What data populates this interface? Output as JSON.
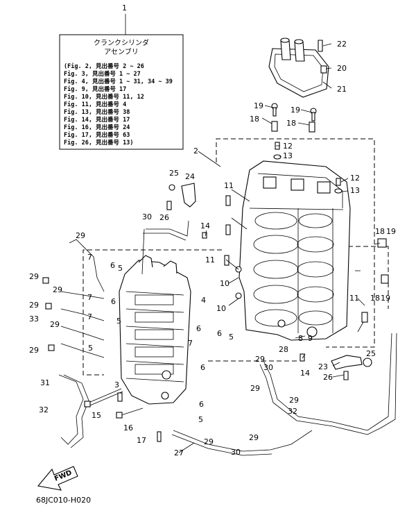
{
  "legend": {
    "title_line1": "クランクシリンダ",
    "title_line2": "アセンブリ",
    "lines": [
      "(Fig. 2, 見出番号 2 ~ 26",
      "Fig. 3, 見出番号 1 ~ 27",
      "Fig. 4, 見出番号 1 ~ 31, 34 ~ 39",
      "Fig. 9,  見出番号 17",
      "Fig. 10, 見出番号 11, 12",
      "Fig. 11, 見出番号 4",
      "Fig. 13, 見出番号 38",
      "Fig. 14, 見出番号 17",
      "Fig. 16, 見出番号 24",
      "Fig. 17, 見出番号 63",
      "Fig. 26, 見出番号 13)"
    ]
  },
  "fwd_label": "FWD",
  "drawing_code": "68JC010-H020",
  "callouts": [
    "1",
    "22",
    "20",
    "21",
    "19",
    "18",
    "19",
    "18",
    "12",
    "13",
    "2",
    "12",
    "13",
    "25",
    "24",
    "11",
    "26",
    "30",
    "14",
    "29",
    "18",
    "19",
    "7",
    "6",
    "5",
    "11",
    "10",
    "29",
    "29",
    "4",
    "6",
    "10",
    "29",
    "33",
    "29",
    "7",
    "11",
    "18",
    "19",
    "5",
    "6",
    "8",
    "9",
    "29",
    "7",
    "6",
    "5",
    "28",
    "29",
    "30",
    "14",
    "23",
    "25",
    "26",
    "6",
    "31",
    "5",
    "7",
    "29",
    "3",
    "6",
    "29",
    "32",
    "15",
    "16",
    "5",
    "29",
    "32",
    "17",
    "29",
    "27",
    "30"
  ]
}
